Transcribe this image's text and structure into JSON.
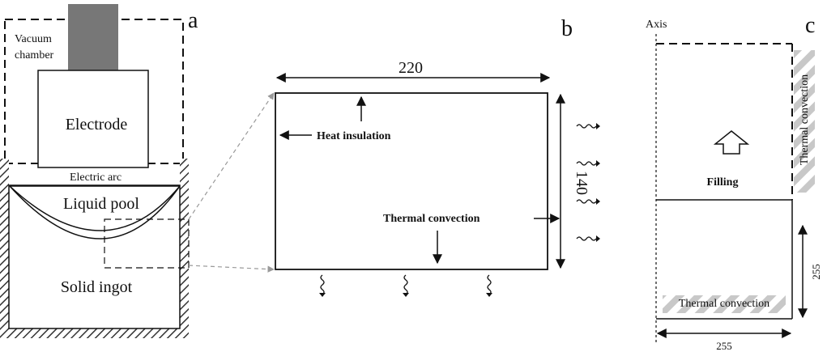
{
  "panels": {
    "a": {
      "letter": "a",
      "vacuum_chamber": [
        "Vacuum",
        "chamber"
      ],
      "electrode": "Electrode",
      "electric_arc": "Electric arc",
      "liquid_pool": "Liquid pool",
      "solid_ingot": "Solid ingot"
    },
    "b": {
      "letter": "b",
      "width_label": "220",
      "height_label": "140",
      "heat_insulation": "Heat insulation",
      "thermal_convection": "Thermal convection"
    },
    "c": {
      "letter": "c",
      "axis": "Axis",
      "filling": "Filling",
      "thermal_convection_side": "Thermal convection",
      "thermal_convection_bottom": "Thermal convection",
      "height_label": "255",
      "width_label": "255"
    }
  },
  "colors": {
    "line": "#111111",
    "electrode_rod": "#777777",
    "hatch": "#333333",
    "convection_band": "#c8c8c8",
    "leader": "#999999"
  }
}
